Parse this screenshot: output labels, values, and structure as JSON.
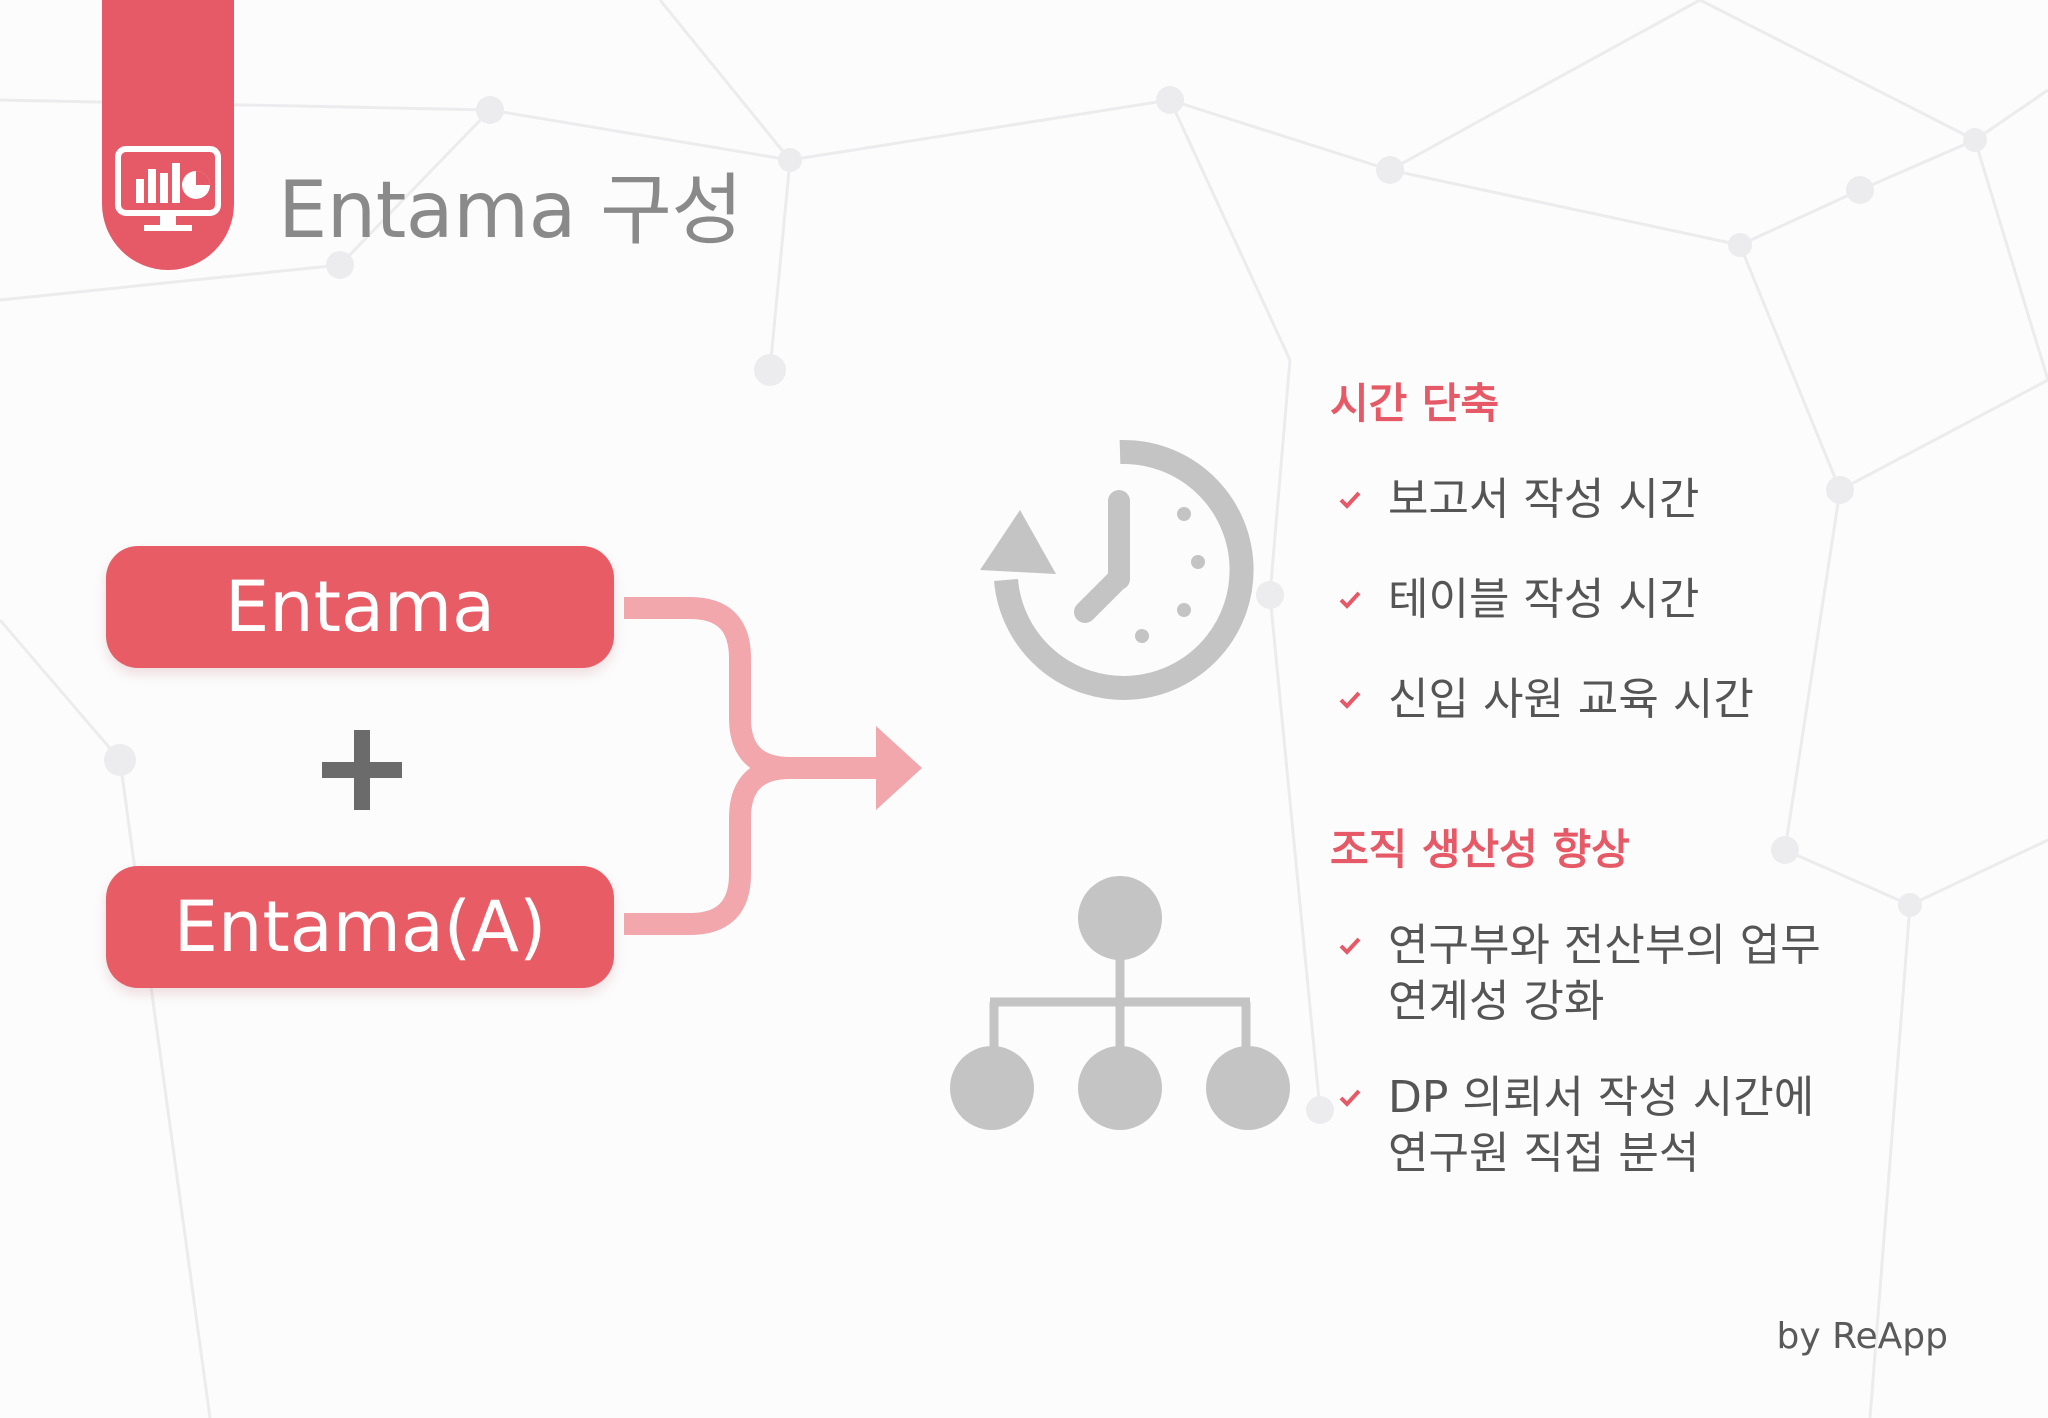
{
  "header": {
    "icon": "monitor-chart-icon",
    "title": "Entama 구성"
  },
  "components": {
    "first": "Entama",
    "second": "Entama(A)",
    "plus_icon": "plus-icon",
    "arrow_icon": "merge-arrow-icon"
  },
  "benefits": {
    "time_saving": {
      "icon": "clock-history-icon",
      "heading": "시간 단축",
      "items": [
        "보고서 작성 시간",
        "테이블 작성 시간",
        "신입 사원 교육 시간"
      ]
    },
    "productivity": {
      "icon": "org-chart-icon",
      "heading": "조직 생산성 향상",
      "items": [
        {
          "line1": "연구부와 전산부의 업무",
          "line2": "연계성 강화"
        },
        {
          "line1": "DP 의뢰서 작성 시간에",
          "line2": "연구원 직접 분석"
        }
      ]
    },
    "bullet_icon": "check-icon"
  },
  "footer": {
    "credit": "by ReApp"
  },
  "colors": {
    "accent": "#e55a66",
    "arrow": "#f2a7ad",
    "icon_gray": "#c4c4c4",
    "title_gray": "#8a8a8a",
    "text_dark": "#555555"
  }
}
